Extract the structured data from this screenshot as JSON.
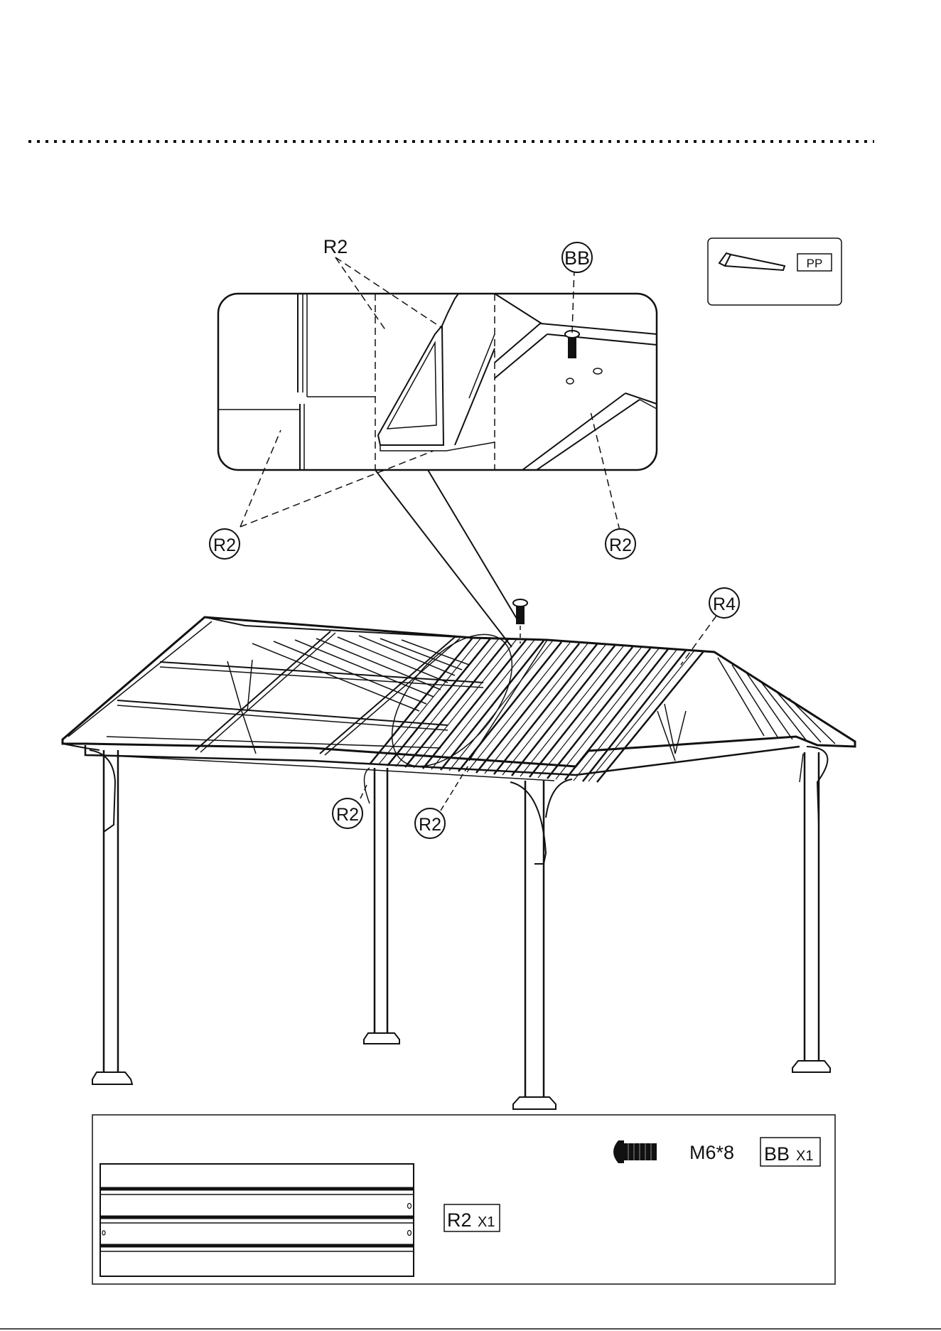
{
  "callouts": {
    "top_r2": "R2",
    "bb_circle": "BB",
    "zoom_left_r2": "R2",
    "zoom_right_r2": "R2",
    "roof_r4": "R4",
    "bottom_r2_a": "R2",
    "bottom_r2_b": "R2"
  },
  "tool_box": {
    "label": "PP",
    "icon": "hex-key-icon"
  },
  "parts_box": {
    "bolt_icon": "bolt-icon",
    "bolt_spec": "M6*8",
    "bolt_code": "BB",
    "bolt_qty": "X1",
    "panel_code": "R2",
    "panel_qty": "X1"
  }
}
